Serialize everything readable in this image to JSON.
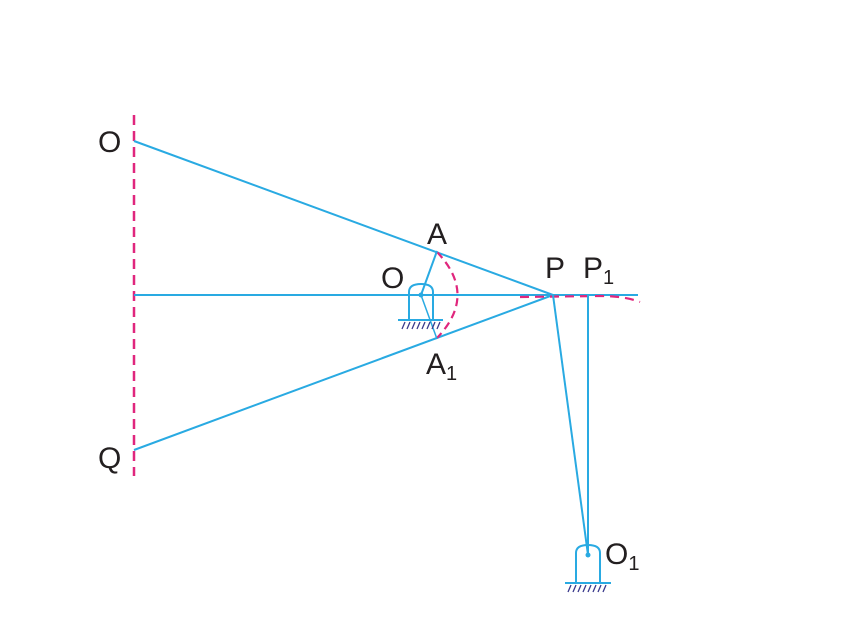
{
  "labels": {
    "O_top": "O",
    "Q": "Q",
    "A": "A",
    "O": "O",
    "A1": "A",
    "A1_sub": "1",
    "P": "P",
    "P1": "P",
    "P1_sub": "1",
    "O1": "O",
    "O1_sub": "1"
  },
  "colors": {
    "link": "#29aae2",
    "dashed": "#e0267d",
    "ground": "#3a3a8c",
    "text": "#231f20"
  }
}
